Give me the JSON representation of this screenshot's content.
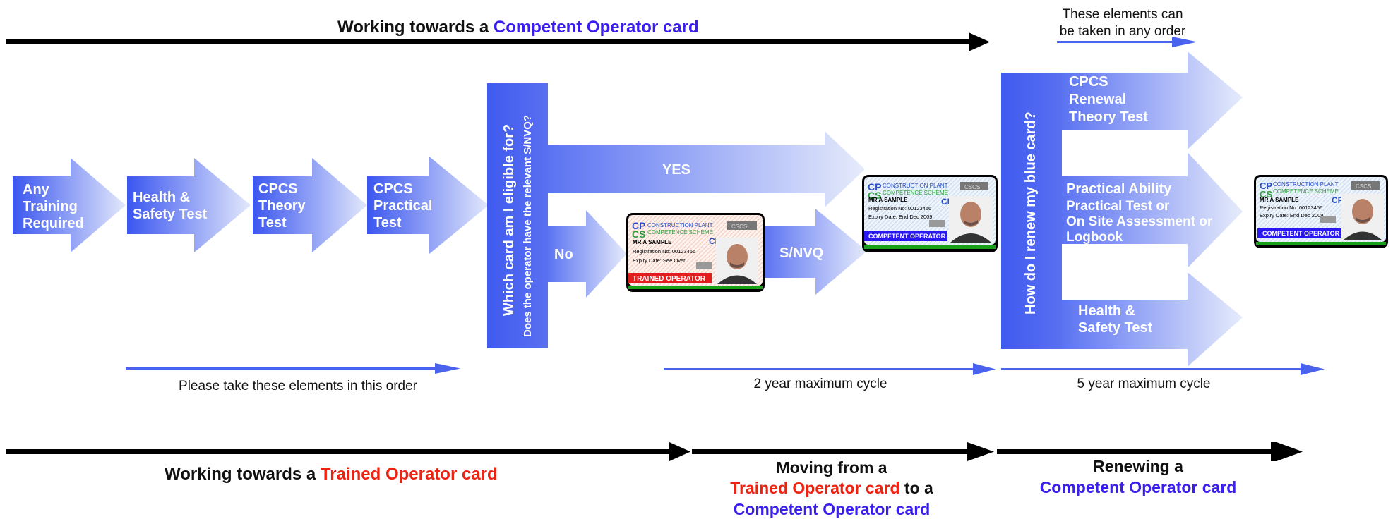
{
  "colors": {
    "arrow_dark": "#3b56f0",
    "arrow_light": "#e2e8fb",
    "panel_blue": "#4a63ee",
    "blue_text": "#3a1ef0",
    "red_text": "#ee2211",
    "line_black": "#000000",
    "line_blue": "#4a63ee",
    "card_green": "#18a018",
    "card_red_bar": "#e21d1d",
    "card_blue_bar": "#2a18f0"
  },
  "top_banner": {
    "prefix": "Working towards a ",
    "highlight": "Competent Operator card"
  },
  "any_order_note": {
    "line1": "These elements can",
    "line2": "be taken in any order"
  },
  "steps": [
    {
      "lines": [
        "Any",
        "Training",
        "Required"
      ]
    },
    {
      "lines": [
        "Health &",
        "Safety Test"
      ]
    },
    {
      "lines": [
        "CPCS",
        "Theory",
        "Test"
      ]
    },
    {
      "lines": [
        "CPCS",
        "Practical",
        "Test"
      ]
    }
  ],
  "eligibility_panel": {
    "question": "Which card am I eligible for?",
    "sub_question": "Does the operator have the relevant S/NVQ?"
  },
  "branches": {
    "yes": "YES",
    "no": "No",
    "snvq": "S/NVQ"
  },
  "renew_panel": {
    "question": "How do I renew my blue card?"
  },
  "renewal_items": [
    {
      "lines": [
        "CPCS",
        "Renewal",
        "Theory Test"
      ]
    },
    {
      "lines": [
        "Practical Ability",
        "Practical Test or",
        "On Site Assessment or",
        "Logbook"
      ]
    },
    {
      "lines": [
        "Health &",
        "Safety Test"
      ]
    }
  ],
  "cards": {
    "brand_line1": "CONSTRUCTION PLANT",
    "brand_line2": "COMPETENCE SCHEME",
    "logo_top": "CP",
    "logo_bottom": "CS",
    "trained": {
      "name": "MR A SAMPLE",
      "registration": "Registration No: 00123456",
      "expiry": "Expiry Date: See Over",
      "label": "TRAINED OPERATOR"
    },
    "competent": {
      "name": "MR A SAMPLE",
      "registration": "Registration No: 00123456",
      "expiry": "Expiry Date: End Dec 2009",
      "label": "COMPETENT OPERATOR"
    }
  },
  "cycle_labels": {
    "order": "Please take these elements in this order",
    "two_year": "2 year maximum cycle",
    "five_year": "5 year maximum cycle"
  },
  "bottom_sections": {
    "trained": {
      "prefix": "Working towards a ",
      "highlight": "Trained Operator card"
    },
    "moving": {
      "line1": "Moving from a",
      "line2_red": "Trained Operator card",
      "line2_black": " to a",
      "line3_blue": "Competent Operator card"
    },
    "renewing": {
      "line1": "Renewing a",
      "line2_blue": "Competent Operator card"
    }
  }
}
